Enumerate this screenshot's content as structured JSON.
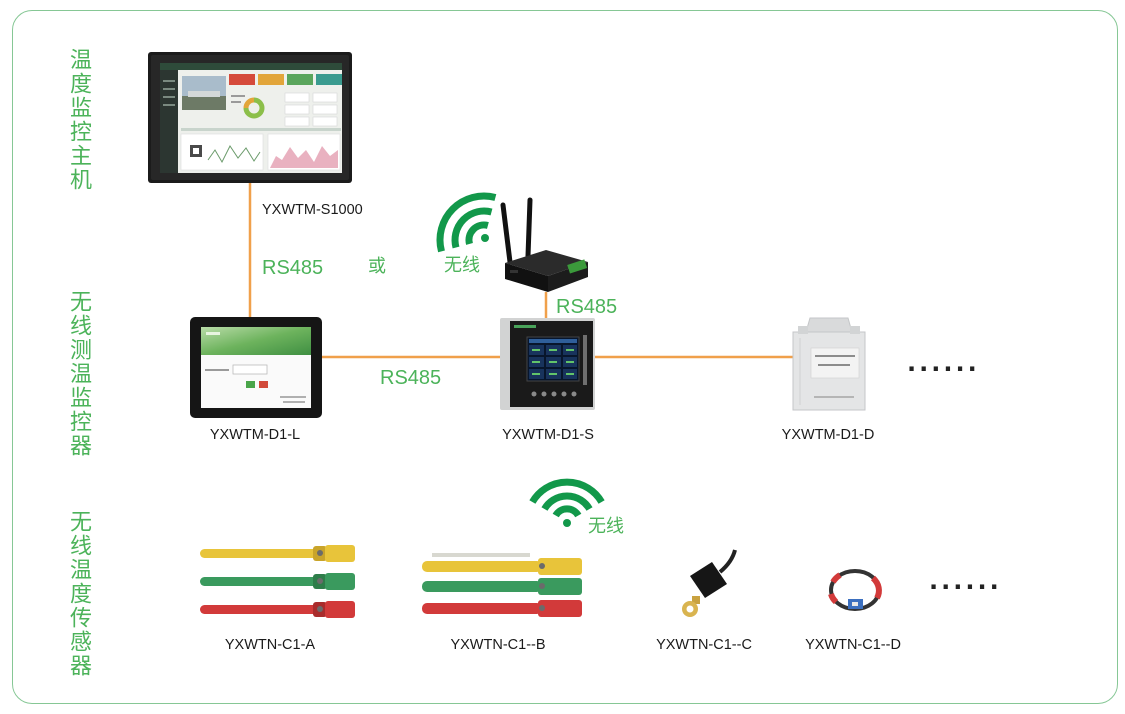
{
  "tiers": {
    "host": "温度监控主机",
    "monitor": "无线测温监控器",
    "sensor": "无线温度传感器"
  },
  "host_device": {
    "model": "YXWTM-S1000",
    "icon": "touchscreen-host-icon"
  },
  "connections": {
    "host_rs485": "RS485",
    "or": "或",
    "gateway_wireless": "无线",
    "gateway_rs485": "RS485",
    "tablet_rs485": "RS485",
    "sensor_wireless": "无线"
  },
  "monitors": [
    {
      "model": "YXWTM-D1-L",
      "icon": "tablet-monitor-icon"
    },
    {
      "model": "YXWTM-D1-S",
      "icon": "panel-monitor-icon"
    },
    {
      "model": "YXWTM-D1-D",
      "icon": "din-rail-module-icon"
    }
  ],
  "monitors_more": "......",
  "sensors": [
    {
      "model": "YXWTN-C1-A",
      "icon": "strap-sensor-icon"
    },
    {
      "model": "YXWTN-C1--B",
      "icon": "strap-sensor-icon"
    },
    {
      "model": "YXWTN-C1--C",
      "icon": "lug-sensor-icon"
    },
    {
      "model": "YXWTN-C1--D",
      "icon": "ring-sensor-icon"
    }
  ],
  "sensors_more": "......",
  "icons": {
    "gateway_signal": "wifi-icon",
    "sensor_signal": "wifi-icon",
    "gateway": "wireless-gateway-icon"
  },
  "colors": {
    "border": "#86c795",
    "link": "#f0a04b",
    "green-text": "#4cb35a",
    "wifi": "#12984a",
    "text": "#1a1a1a"
  }
}
